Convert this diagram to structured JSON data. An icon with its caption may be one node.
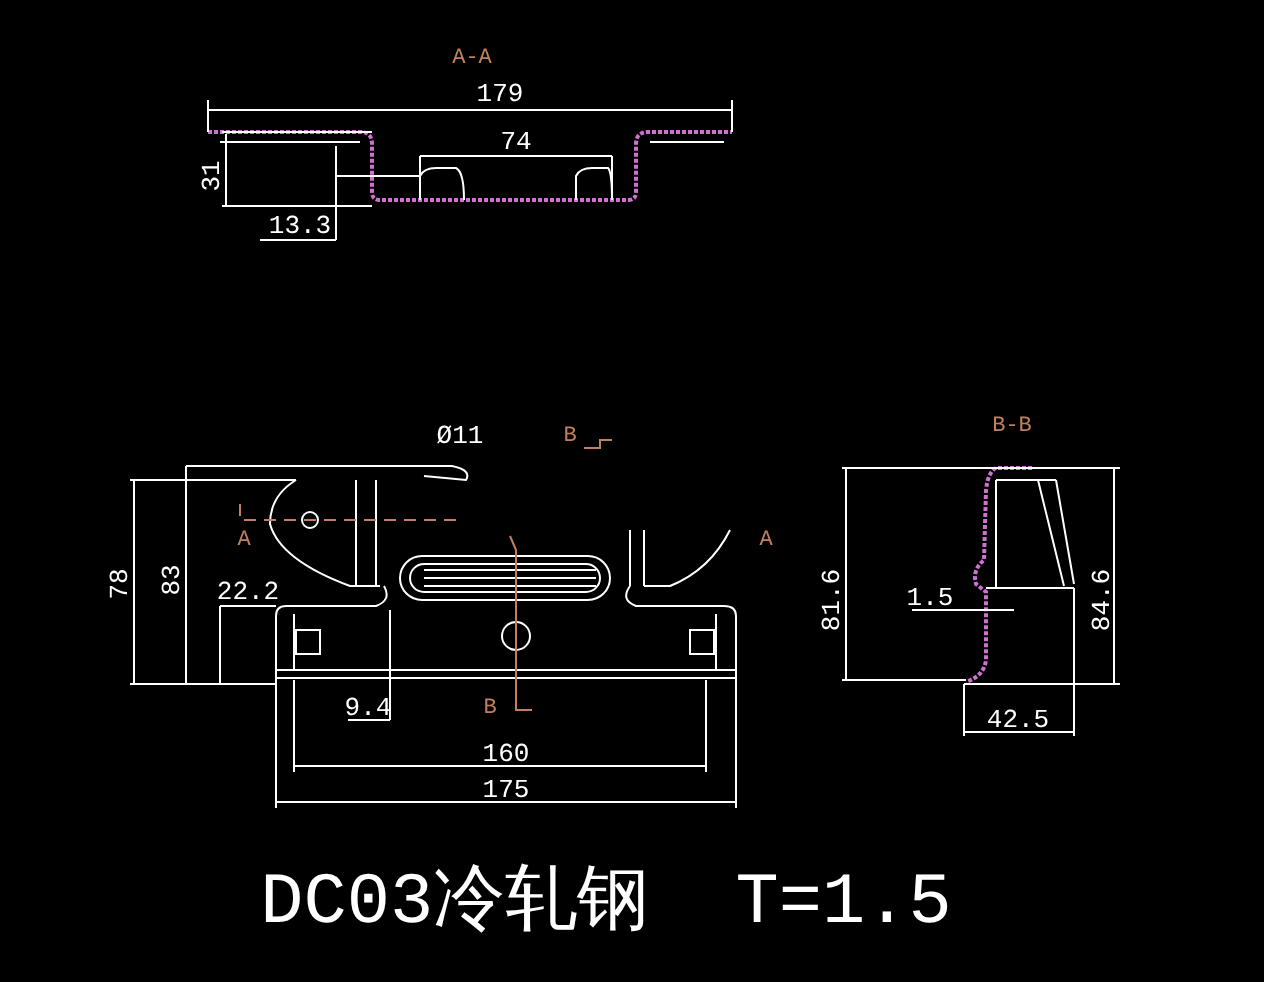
{
  "diagram": {
    "caption": "DC03冷轧钢  T=1.5",
    "labels": [
      "A-A",
      "179",
      "74",
      "31",
      "13.3",
      "Ø11",
      "B",
      "B-B",
      "A",
      "A",
      "78",
      "83",
      "22.2",
      "81.6",
      "1.5",
      "84.6",
      "9.4",
      "B",
      "42.5",
      "160",
      "175"
    ]
  }
}
